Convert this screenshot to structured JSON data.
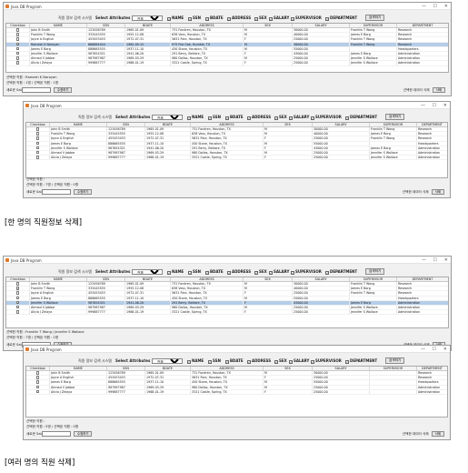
{
  "app": {
    "window_title": "Java DB Program",
    "title_controls": [
      "—",
      "☐",
      "✕"
    ],
    "system_label": "직원 정보 검색 시스템",
    "select_attributes_label": "Select Attributes",
    "select_value": "전체",
    "checkbox_labels": [
      "NAME",
      "SSN",
      "BDATE",
      "ADDRESS",
      "SEX",
      "SALARY",
      "SUPERVISOR",
      "DEPARTMENT"
    ],
    "search_button": "검색하기",
    "column_headers": [
      "Checkbox",
      "NAME",
      "SSN",
      "BDATE",
      "ADDRESS",
      "SEX",
      "SALARY",
      "SUPERVISOR",
      "DEPARTMENT"
    ],
    "selected_employee_label": "선택한 직원 :",
    "selected_count_label": "선택한 직원 : 명 / 선택된 직원 : 명",
    "update_label": "새로운 Salary :",
    "update_button": "수정하기",
    "delete_label": "선택한 데이터 삭제",
    "delete_button": "삭제"
  },
  "windows": [
    {
      "selected_text": "선택한 직원 : Ramesh K Narayan",
      "count_text": "선택한 직원 : 1명 / 선택된 직원 : 1명",
      "rows": [
        [
          "",
          "John B Smith",
          "123456789",
          "1965-01-09",
          "731 Fondren, Houston, TX",
          "M",
          "30000.00",
          "Franklin T Wong",
          "Research"
        ],
        [
          "",
          "Franklin T Wong",
          "333445555",
          "1955-12-08",
          "638 Voss, Houston, TX",
          "M",
          "40000.00",
          "James E Borg",
          "Research"
        ],
        [
          "",
          "Joyce A English",
          "453453453",
          "1972-07-31",
          "5631 Rice, Houston, TX",
          "F",
          "25000.00",
          "Franklin T Wong",
          "Research"
        ],
        [
          "✓",
          "Ramesh K Narayan",
          "666884444",
          "1962-09-15",
          "975 Fire Oak, Humble, TX",
          "M",
          "38000.00",
          "Franklin T Wong",
          "Research"
        ],
        [
          "",
          "James E Borg",
          "888665555",
          "1937-11-10",
          "450 Stone, Houston, TX",
          "M",
          "55000.00",
          "",
          "Headquarters"
        ],
        [
          "",
          "Jennifer S Wallace",
          "987654321",
          "1941-06-20",
          "291 Berry, Bellaire, TX",
          "F",
          "43000.00",
          "James E Borg",
          "Administration"
        ],
        [
          "",
          "Ahmad V Jabbar",
          "987987987",
          "1969-03-29",
          "980 Dallas, Houston, TX",
          "M",
          "25000.00",
          "Jennifer S Wallace",
          "Administration"
        ],
        [
          "",
          "Alicia J Zelaya",
          "999887777",
          "1968-01-19",
          "3321 Castle, Spring, TX",
          "F",
          "25000.00",
          "Jennifer S Wallace",
          "Administration"
        ]
      ],
      "highlight": [
        3
      ]
    },
    {
      "selected_text": "선택한 직원 :",
      "count_text": "선택한 직원 : 7명 / 선택된 직원 : 0명",
      "rows": [
        [
          "",
          "John B Smith",
          "123456789",
          "1965-01-09",
          "731 Fondren, Houston, TX",
          "M",
          "30000.00",
          "Franklin T Wong",
          "Research"
        ],
        [
          "",
          "Franklin T Wong",
          "333445555",
          "1955-12-08",
          "638 Voss, Houston, TX",
          "M",
          "40000.00",
          "James E Borg",
          "Research"
        ],
        [
          "",
          "Joyce A English",
          "453453453",
          "1972-07-31",
          "5631 Rice, Houston, TX",
          "F",
          "25000.00",
          "Franklin T Wong",
          "Research"
        ],
        [
          "",
          "James E Borg",
          "888665555",
          "1937-11-10",
          "450 Stone, Houston, TX",
          "M",
          "55000.00",
          "",
          "Headquarters"
        ],
        [
          "",
          "Jennifer S Wallace",
          "987654321",
          "1941-06-20",
          "291 Berry, Bellaire, TX",
          "F",
          "43000.00",
          "James E Borg",
          "Administration"
        ],
        [
          "",
          "Ahmad V Jabbar",
          "987987987",
          "1969-03-29",
          "980 Dallas, Houston, TX",
          "M",
          "25000.00",
          "Jennifer S Wallace",
          "Administration"
        ],
        [
          "",
          "Alicia J Zelaya",
          "999887777",
          "1968-01-19",
          "3321 Castle, Spring, TX",
          "F",
          "25000.00",
          "Jennifer S Wallace",
          "Administration"
        ]
      ],
      "highlight": []
    },
    {
      "selected_text": "선택한 직원 : Franklin T Wong / Jennifer S Wallace",
      "count_text": "선택한 직원 : 7명 / 선택된 직원 : 2명",
      "rows": [
        [
          "",
          "John B Smith",
          "123456789",
          "1965-01-09",
          "731 Fondren, Houston, TX",
          "M",
          "30000.00",
          "Franklin T Wong",
          "Research"
        ],
        [
          "✓",
          "Franklin T Wong",
          "333445555",
          "1955-12-08",
          "638 Voss, Houston, TX",
          "M",
          "40000.00",
          "James E Borg",
          "Research"
        ],
        [
          "",
          "Joyce A English",
          "453453453",
          "1972-07-31",
          "5631 Rice, Houston, TX",
          "F",
          "25000.00",
          "Franklin T Wong",
          "Research"
        ],
        [
          "",
          "James E Borg",
          "888665555",
          "1937-11-10",
          "450 Stone, Houston, TX",
          "M",
          "55000.00",
          "",
          "Headquarters"
        ],
        [
          "✓",
          "Jennifer S Wallace",
          "987654321",
          "1941-06-20",
          "291 Berry, Bellaire, TX",
          "F",
          "43000.00",
          "James E Borg",
          "Administration"
        ],
        [
          "",
          "Ahmad V Jabbar",
          "987987987",
          "1969-03-29",
          "980 Dallas, Houston, TX",
          "M",
          "25000.00",
          "Jennifer S Wallace",
          "Administration"
        ],
        [
          "",
          "Alicia J Zelaya",
          "999887777",
          "1968-01-19",
          "3321 Castle, Spring, TX",
          "F",
          "25000.00",
          "Jennifer S Wallace",
          "Administration"
        ]
      ],
      "highlight": [
        4
      ]
    },
    {
      "selected_text": "선택한 직원 :",
      "count_text": "선택한 직원 : 5명 / 선택된 직원 : 0명",
      "rows": [
        [
          "",
          "John B Smith",
          "123456789",
          "1965-01-09",
          "731 Fondren, Houston, TX",
          "M",
          "30000.00",
          "",
          "Research"
        ],
        [
          "",
          "Joyce A English",
          "453453453",
          "1972-07-31",
          "5631 Rice, Houston, TX",
          "F",
          "25000.00",
          "",
          "Research"
        ],
        [
          "",
          "James E Borg",
          "888665555",
          "1937-11-10",
          "450 Stone, Houston, TX",
          "M",
          "55000.00",
          "",
          "Headquarters"
        ],
        [
          "",
          "Ahmad V Jabbar",
          "987987987",
          "1969-03-29",
          "980 Dallas, Houston, TX",
          "M",
          "25000.00",
          "",
          "Administration"
        ],
        [
          "",
          "Alicia J Zelaya",
          "999887777",
          "1968-01-19",
          "3321 Castle, Spring, TX",
          "F",
          "25000.00",
          "",
          "Administration"
        ]
      ],
      "highlight": []
    }
  ],
  "captions": [
    "[한 명의 직원정보 삭제]",
    "[여러 명의 직원 삭제]"
  ]
}
